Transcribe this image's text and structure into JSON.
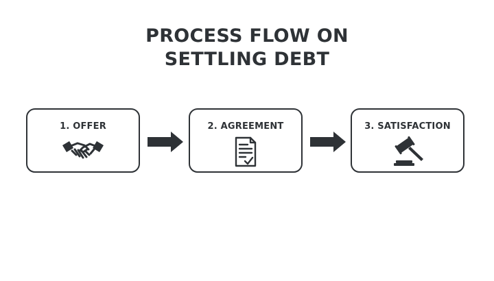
{
  "title": {
    "line1": "PROCESS FLOW ON",
    "line2": "SETTLING DEBT"
  },
  "steps": [
    {
      "label": "1. OFFER",
      "icon": "handshake-icon"
    },
    {
      "label": "2. AGREEMENT",
      "icon": "document-checkmark-icon"
    },
    {
      "label": "3. SATISFACTION",
      "icon": "gavel-icon"
    }
  ],
  "colors": {
    "text": "#2e3236",
    "border": "#2e3236",
    "background": "#ffffff"
  }
}
